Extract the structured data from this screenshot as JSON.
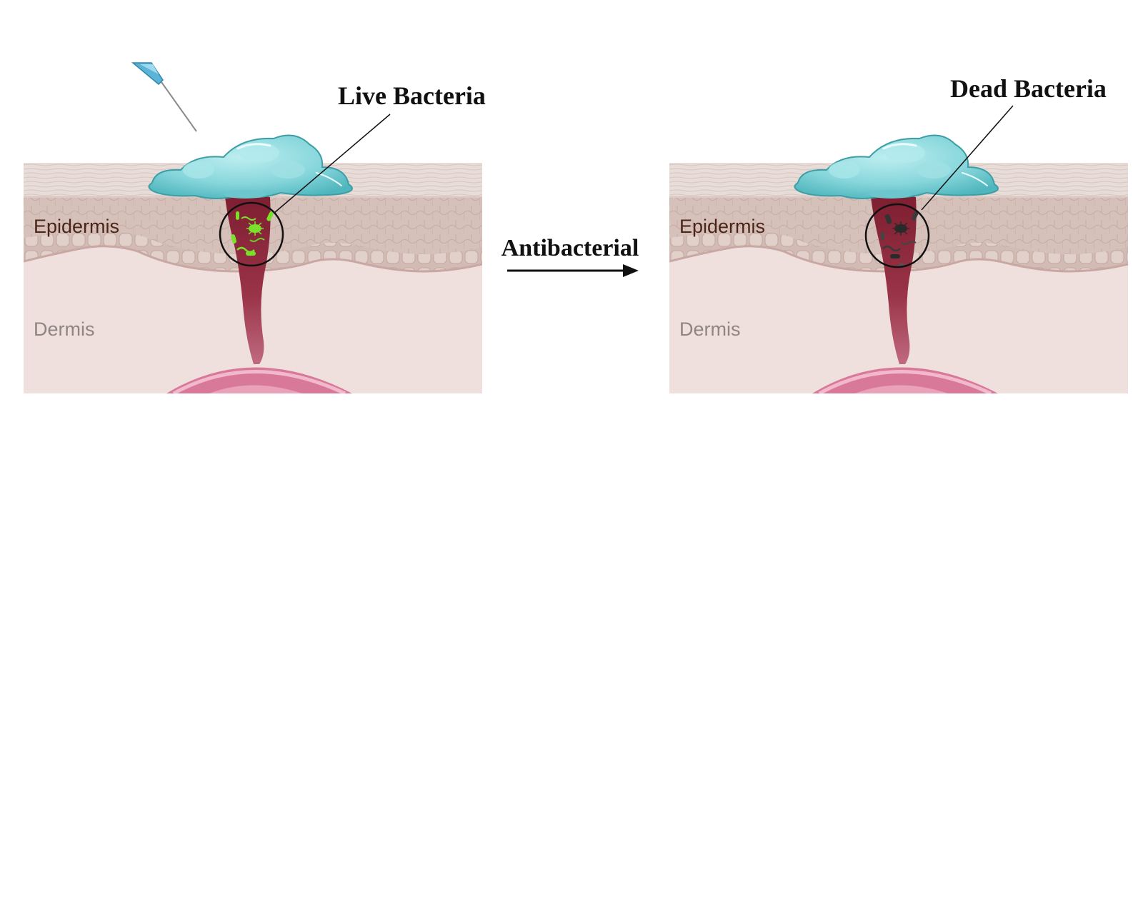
{
  "left_panel": {
    "epidermis_label": "Epidermis",
    "dermis_label": "Dermis",
    "callout": "Live Bacteria"
  },
  "right_panel": {
    "epidermis_label": "Epidermis",
    "dermis_label": "Dermis",
    "callout": "Dead Bacteria"
  },
  "process": {
    "label": "Antibacterial"
  },
  "icons": {
    "syringe": "syringe-needle-icon",
    "hydrogel": "hydrogel-cloud-icon",
    "live_bacteria": "green-bacteria-icon",
    "dead_bacteria": "dark-bacteria-icon",
    "arrow": "arrow-right-icon"
  },
  "colors": {
    "hydrogel": "#7fd3d8",
    "wound": "#8e2a3a",
    "live_bacteria": "#7be02a",
    "dead_bacteria": "#2a2a2a",
    "epidermis": "#dccac4",
    "dermis": "#efe0de",
    "vessel": "#d9799a"
  }
}
